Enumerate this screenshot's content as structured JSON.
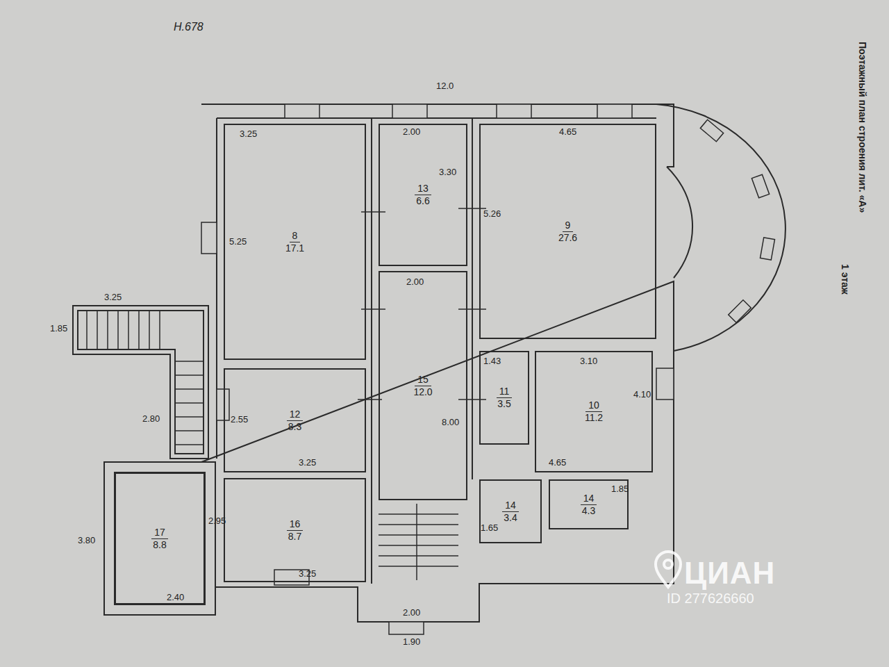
{
  "diagram": {
    "nodes": [
      {
        "text": [
          "8",
          "17.1"
        ]
      },
      {
        "text": [
          "13",
          "6.6"
        ]
      },
      {
        "text": [
          "9",
          "27.6"
        ]
      },
      {
        "text": [
          "15",
          "12.0"
        ]
      },
      {
        "text": [
          "12",
          "8.3"
        ]
      },
      {
        "text": [
          "11",
          "3.5"
        ]
      },
      {
        "text": [
          "10",
          "11.2"
        ]
      },
      {
        "text": [
          "16",
          "8.7"
        ]
      },
      {
        "text": [
          "14",
          "3.4"
        ]
      },
      {
        "text": [
          "14",
          "4.3"
        ]
      },
      {
        "text": [
          "17",
          "8.8"
        ]
      }
    ],
    "labels": [
      "12.0",
      "3.25",
      "2.00",
      "4.65",
      "3.30",
      "5.25",
      "5.26",
      "2.00",
      "3.25",
      "1.85",
      "2.80",
      "2.55",
      "3.25",
      "8.00",
      "3.10",
      "4.10",
      "1.43",
      "4.65",
      "1.85",
      "1.65",
      "2.95",
      "3.80",
      "3.25",
      "2.00",
      "1.90",
      "2.40",
      "Поэтажный план строения лит. «А»",
      "1 этаж",
      "ЦИАН",
      "ID 277626660",
      "Н.678"
    ]
  }
}
